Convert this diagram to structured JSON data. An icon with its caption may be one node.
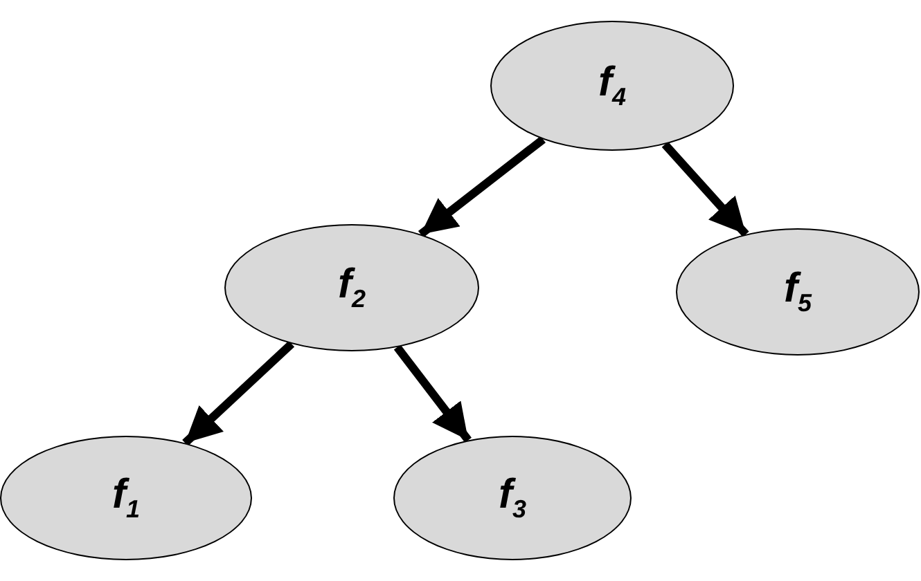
{
  "diagram": {
    "nodes": [
      {
        "text": [
          "f$_{4}$"
        ]
      },
      {
        "text": [
          "f$_{2}$"
        ]
      },
      {
        "text": [
          "f$_{5}$"
        ]
      },
      {
        "text": [
          "f$_{1}$"
        ]
      },
      {
        "text": [
          "f$_{3}$"
        ]
      }
    ],
    "edges": [
      {
        "from": 0,
        "to": 1,
        "arrow": "to"
      },
      {
        "from": 0,
        "to": 2,
        "arrow": "to"
      },
      {
        "from": 1,
        "to": 3,
        "arrow": "to"
      },
      {
        "from": 1,
        "to": 4,
        "arrow": "to"
      }
    ]
  }
}
